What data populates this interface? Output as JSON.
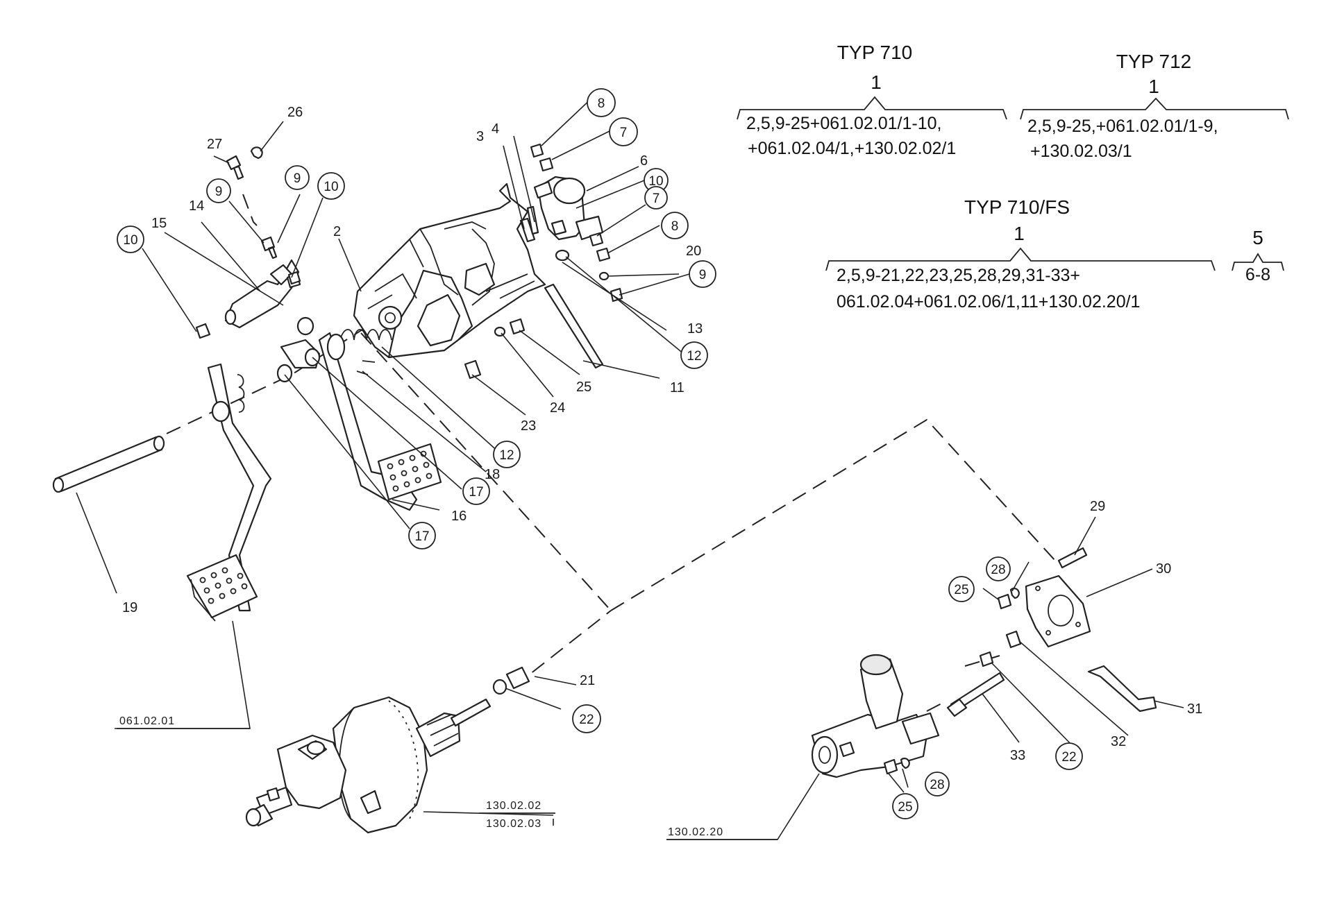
{
  "legend": {
    "typ710": {
      "title": "TYP 710",
      "qty": "1",
      "line1": "2,5,9-25+061.02.01/1-10,",
      "line2": "+061.02.04/1,+130.02.02/1"
    },
    "typ712": {
      "title": "TYP 712",
      "qty": "1",
      "line1": "2,5,9-25,+061.02.01/1-9,",
      "line2": "+130.02.03/1"
    },
    "typ710fs": {
      "title": "TYP 710/FS",
      "qty": "1",
      "line1": "2,5,9-21,22,23,25,28,29,31-33+",
      "line2": "061.02.04+061.02.06/1,11+130.02.20/1"
    },
    "extra": {
      "top": "5",
      "bottom": "6-8"
    }
  },
  "callouts": {
    "c8a": "8",
    "c7a": "7",
    "c10a": "10",
    "c7b": "7",
    "c8b": "8",
    "c9a": "9",
    "c12a": "12",
    "c9b": "9",
    "c9c": "9",
    "c10b": "10",
    "c10c": "10",
    "c12b": "12",
    "c17a": "17",
    "c17b": "17",
    "c22a": "22",
    "c25a": "25",
    "c28a": "28",
    "c22b": "22",
    "c25b": "25",
    "c28b": "28"
  },
  "labels": {
    "l26": "26",
    "l27": "27",
    "l15": "15",
    "l14": "14",
    "l2": "2",
    "l3": "3",
    "l4": "4",
    "l6": "6",
    "l20": "20",
    "l13": "13",
    "l11": "11",
    "l25": "25",
    "l24": "24",
    "l23": "23",
    "l18": "18",
    "l16": "16",
    "l19": "19",
    "l21": "21",
    "l29": "29",
    "l30": "30",
    "l31": "31",
    "l32": "32",
    "l33": "33"
  },
  "refs": {
    "r1": "061.02.01",
    "r2": "130.02.02",
    "r3": "130.02.03",
    "r4": "130.02.20"
  }
}
